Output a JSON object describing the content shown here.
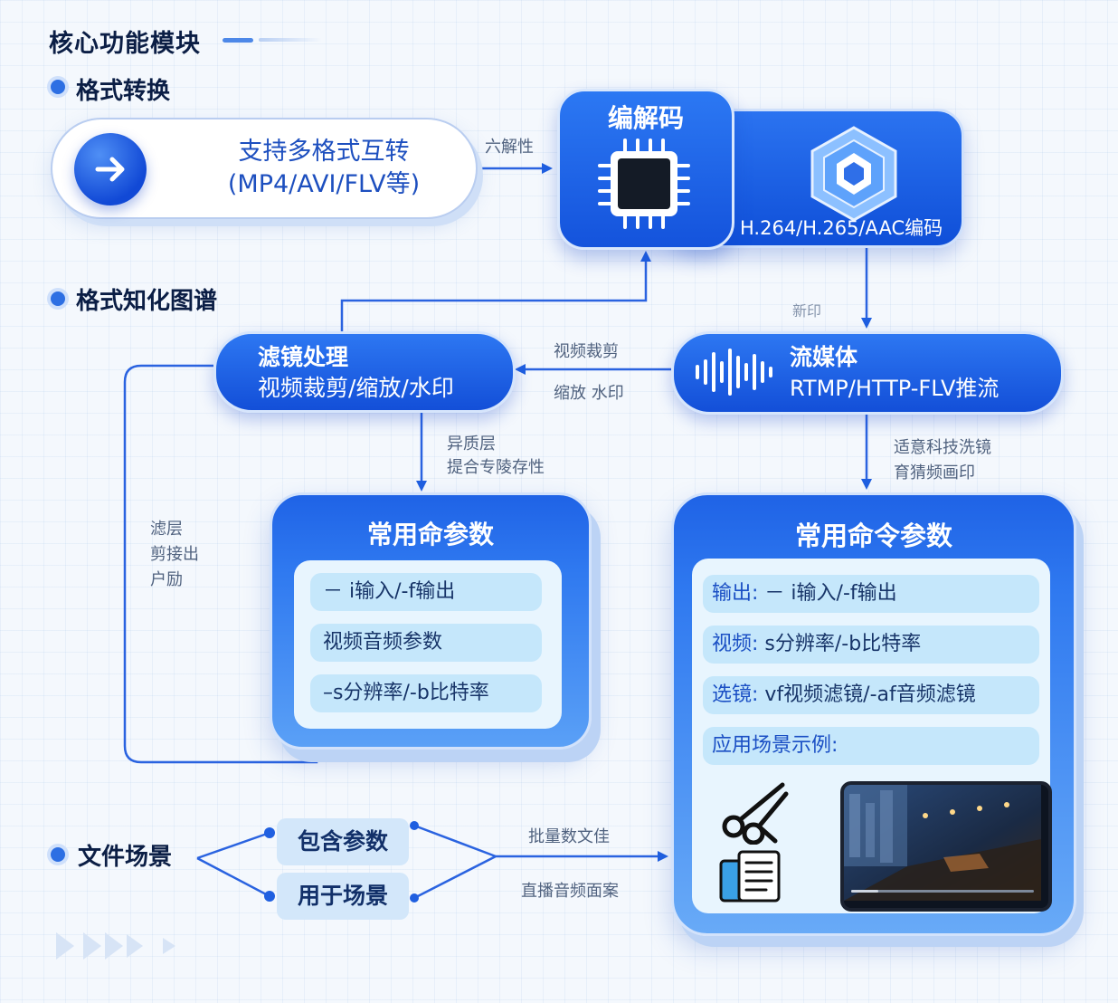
{
  "header": {
    "title": "核心功能模块"
  },
  "sections": {
    "format_convert": "格式转换",
    "knowledge_graph": "格式知化图谱",
    "file_scene": "文件场景"
  },
  "convert": {
    "line1": "支持多格式互转",
    "line2": "(MP4/AVI/FLV等)"
  },
  "codec": {
    "title": "编解码",
    "subtitle": "H.264/H.265/AAC编码"
  },
  "filter": {
    "title": "滤镜处理",
    "subtitle": "视频裁剪/缩放/水印"
  },
  "stream": {
    "title": "流媒体",
    "subtitle": "RTMP/HTTP-FLV推流"
  },
  "connector_labels": {
    "convert_to_codec": "六解性",
    "codec_to_stream": "新印",
    "stream_to_filter_1": "视频裁剪",
    "stream_to_filter_2": "缩放 水印",
    "filter_down_1": "异质层",
    "filter_down_2": "提合专陵存性",
    "stream_down_1": "适意科技洗镜",
    "stream_down_2": "育猜频画印",
    "left_loop_1": "滤层",
    "left_loop_2": "剪接出",
    "left_loop_3": "户励",
    "file_1": "批量数文佳",
    "file_2": "直播音频面案"
  },
  "params_left": {
    "title": "常用命参数",
    "items": [
      "－ i输入/-f输出",
      "视频音频参数",
      "–s分辨率/-b比特率"
    ]
  },
  "params_right": {
    "title": "常用命令参数",
    "rows": [
      {
        "key": "输出:",
        "value": "－ i输入/-f输出"
      },
      {
        "key": "视频:",
        "value": "s分辨率/-b比特率"
      },
      {
        "key": "选镜:",
        "value": "vf视频滤镜/-af音频滤镜"
      }
    ],
    "example_label": "应用场景示例:",
    "icons": [
      "scissors-icon",
      "document-icon"
    ]
  },
  "file_tags": [
    "包含参数",
    "用于场景"
  ],
  "colors": {
    "primary": "#1f5fe0",
    "panel_light": "#e8f5fe",
    "row_bg": "#c5e7fb",
    "text_dark": "#0b1e45"
  }
}
